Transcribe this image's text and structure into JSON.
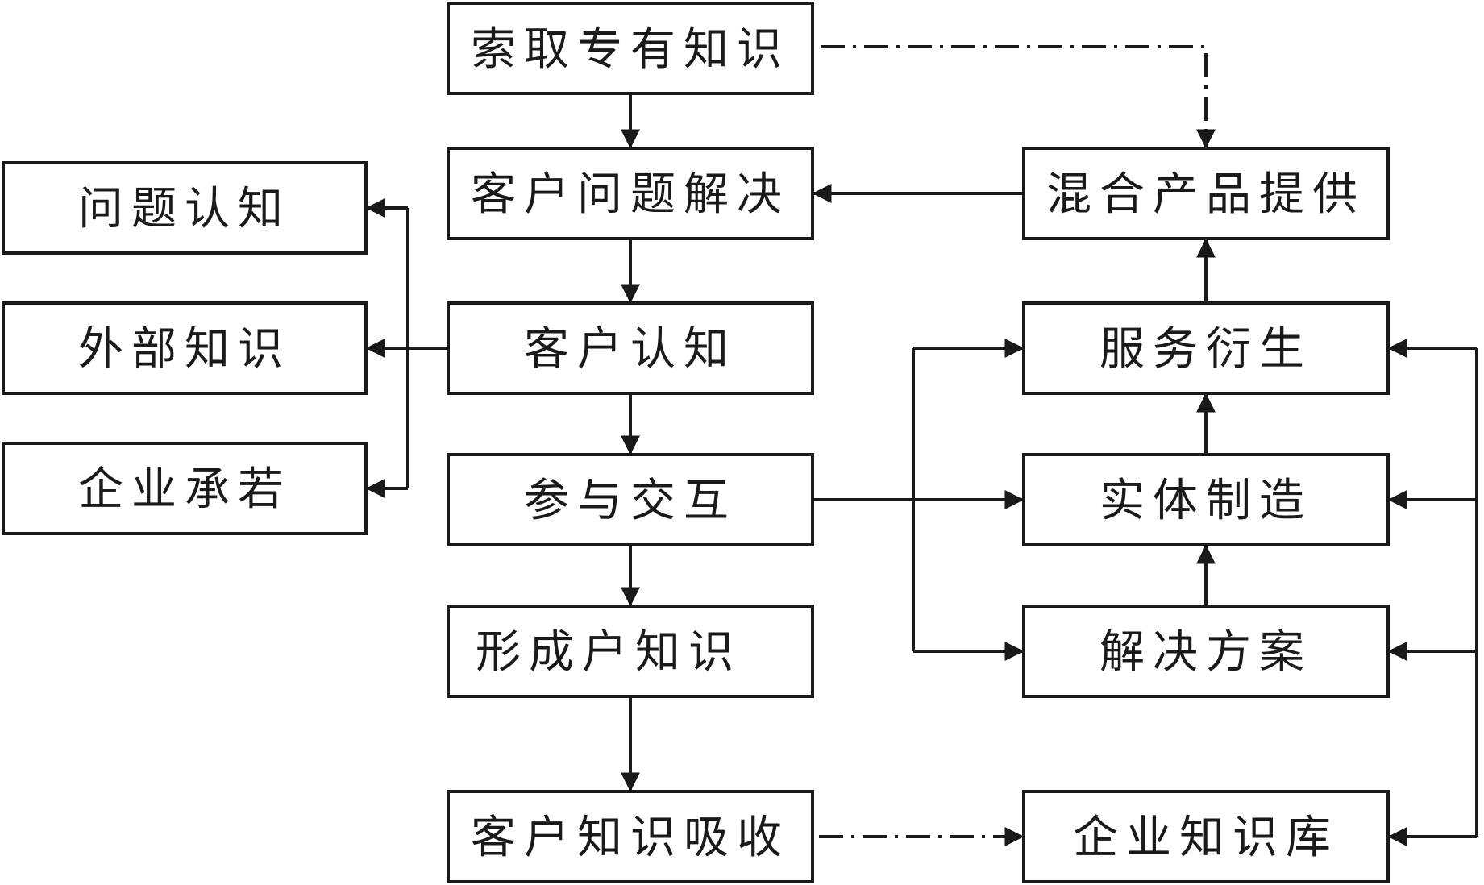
{
  "boxes": {
    "request_knowledge": "索取专有知识",
    "customer_problem": "客户问题解决",
    "customer_cognition": "客户认知",
    "participate_interact": "参与交互",
    "form_knowledge": "形成户知识",
    "absorb_knowledge": "客户知识吸收",
    "problem_cognition": "问题认知",
    "external_knowledge": "外部知识",
    "enterprise_commitment": "企业承若",
    "hybrid_product": "混合产品提供",
    "service_derivation": "服务衍生",
    "physical_manufacturing": "实体制造",
    "solution": "解决方案",
    "enterprise_kb": "企业知识库"
  }
}
